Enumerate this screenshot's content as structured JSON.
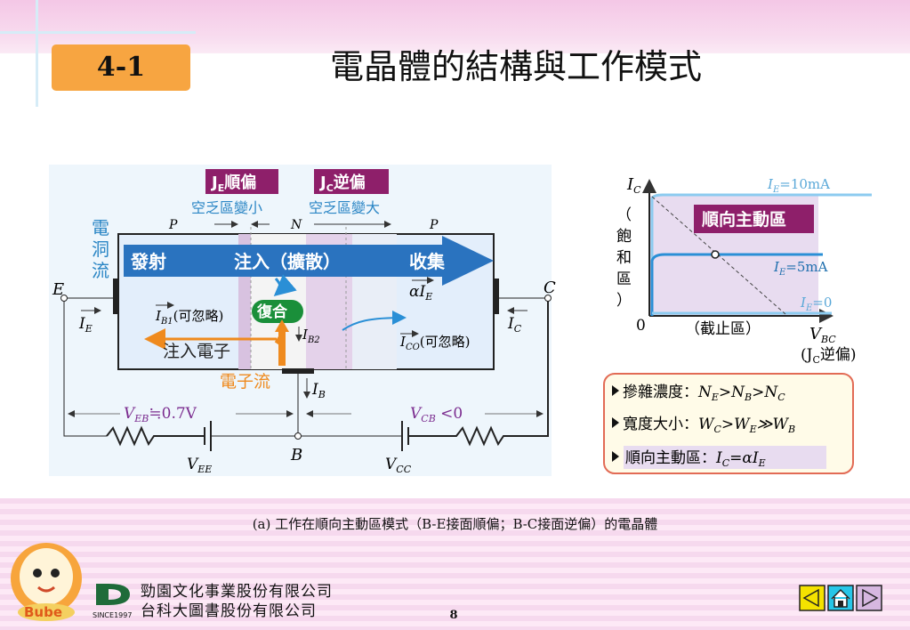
{
  "header": {
    "section_badge": "4-1",
    "title": "電晶體的結構與工作模式"
  },
  "diagram": {
    "je_label": "J",
    "je_sub": "E",
    "je_suffix": "順偏",
    "jc_label": "J",
    "jc_sub": "C",
    "jc_suffix": "逆偏",
    "depletion_small": "空乏區變小",
    "depletion_large": "空乏區變大",
    "region_p1": "P",
    "region_n": "N",
    "region_p2": "P",
    "hole_flow": [
      "電",
      "洞",
      "流"
    ],
    "emit": "發射",
    "inject": "注入（擴散）",
    "collect": "收集",
    "alpha_ie_alpha": "α",
    "alpha_ie_i": "I",
    "alpha_ie_sub": "E",
    "recombine": "復合",
    "ib1": "I",
    "ib1_sub": "B1",
    "ib1_note": "(可忽略)",
    "ib2": "I",
    "ib2_sub": "B2",
    "injected_electron": "注入電子",
    "electron_flow": "電子流",
    "ico": "I",
    "ico_sub": "CO",
    "ico_note": "(可忽略)",
    "terminal_e": "E",
    "terminal_c": "C",
    "terminal_b": "B",
    "ie": "I",
    "ie_sub": "E",
    "ic": "I",
    "ic_sub": "C",
    "ib": "I",
    "ib_sub": "B",
    "veb": "V",
    "veb_sub": "EB",
    "veb_value": "≒0.7V",
    "vcb": "V",
    "vcb_sub": "CB",
    "vcb_value": " <0",
    "vee": "V",
    "vee_sub": "EE",
    "vcc": "V",
    "vcc_sub": "CC"
  },
  "char_graph": {
    "y_axis": "I",
    "y_axis_sub": "C",
    "x_axis": "V",
    "x_axis_sub": "BC",
    "x_axis_note_open": "(J",
    "x_axis_note_sub": "C",
    "x_axis_note_close": "逆偏)",
    "origin": "0",
    "saturation_chars": [
      "（",
      "飽",
      "和",
      "區",
      "）"
    ],
    "cutoff": "（截止區）",
    "active_region": "順向主動區",
    "curve_labels": [
      {
        "pre": "I",
        "sub": "E",
        "post": "=10mA"
      },
      {
        "pre": "I",
        "sub": "E",
        "post": "=5mA"
      },
      {
        "pre": "I",
        "sub": "E",
        "post": "=0"
      }
    ]
  },
  "notes": {
    "line1_label": "摻雜濃度：",
    "line1_expr": "N",
    "line1_parts": [
      "E",
      ">N",
      "B",
      ">N",
      "C"
    ],
    "line2_label": "寬度大小：",
    "line2_parts": [
      "W",
      "C",
      ">W",
      "E",
      "≫W",
      "B"
    ],
    "line3_label": "順向主動區：",
    "line3_expr_pre": "I",
    "line3_expr_sub1": "C",
    "line3_expr_mid": "=αI",
    "line3_expr_sub2": "E"
  },
  "caption": "(a) 工作在順向主動區模式（B-E接面順偏；B-C接面逆偏）的電晶體",
  "footer": {
    "company_line1": "勁園文化事業股份有限公司",
    "company_line2": "台科大圖書股份有限公司",
    "since": "SINCE1997",
    "page_number": "8",
    "mascot_text": "Bube"
  },
  "colors": {
    "badge": "#f7a541",
    "bias_label": "#8e1f6a",
    "depletion_text": "#2b86c5",
    "big_arrow": "#2a73bf",
    "electron_orange": "#ef8a1e",
    "recombine_green": "#1a8f3a",
    "purple_text": "#7b2c8f",
    "nav_yellow": "#f4e200",
    "nav_cyan": "#27c6e8"
  },
  "icons": [
    "prev-triangle-icon",
    "home-icon",
    "next-triangle-icon",
    "triangle-bullet-icon"
  ]
}
